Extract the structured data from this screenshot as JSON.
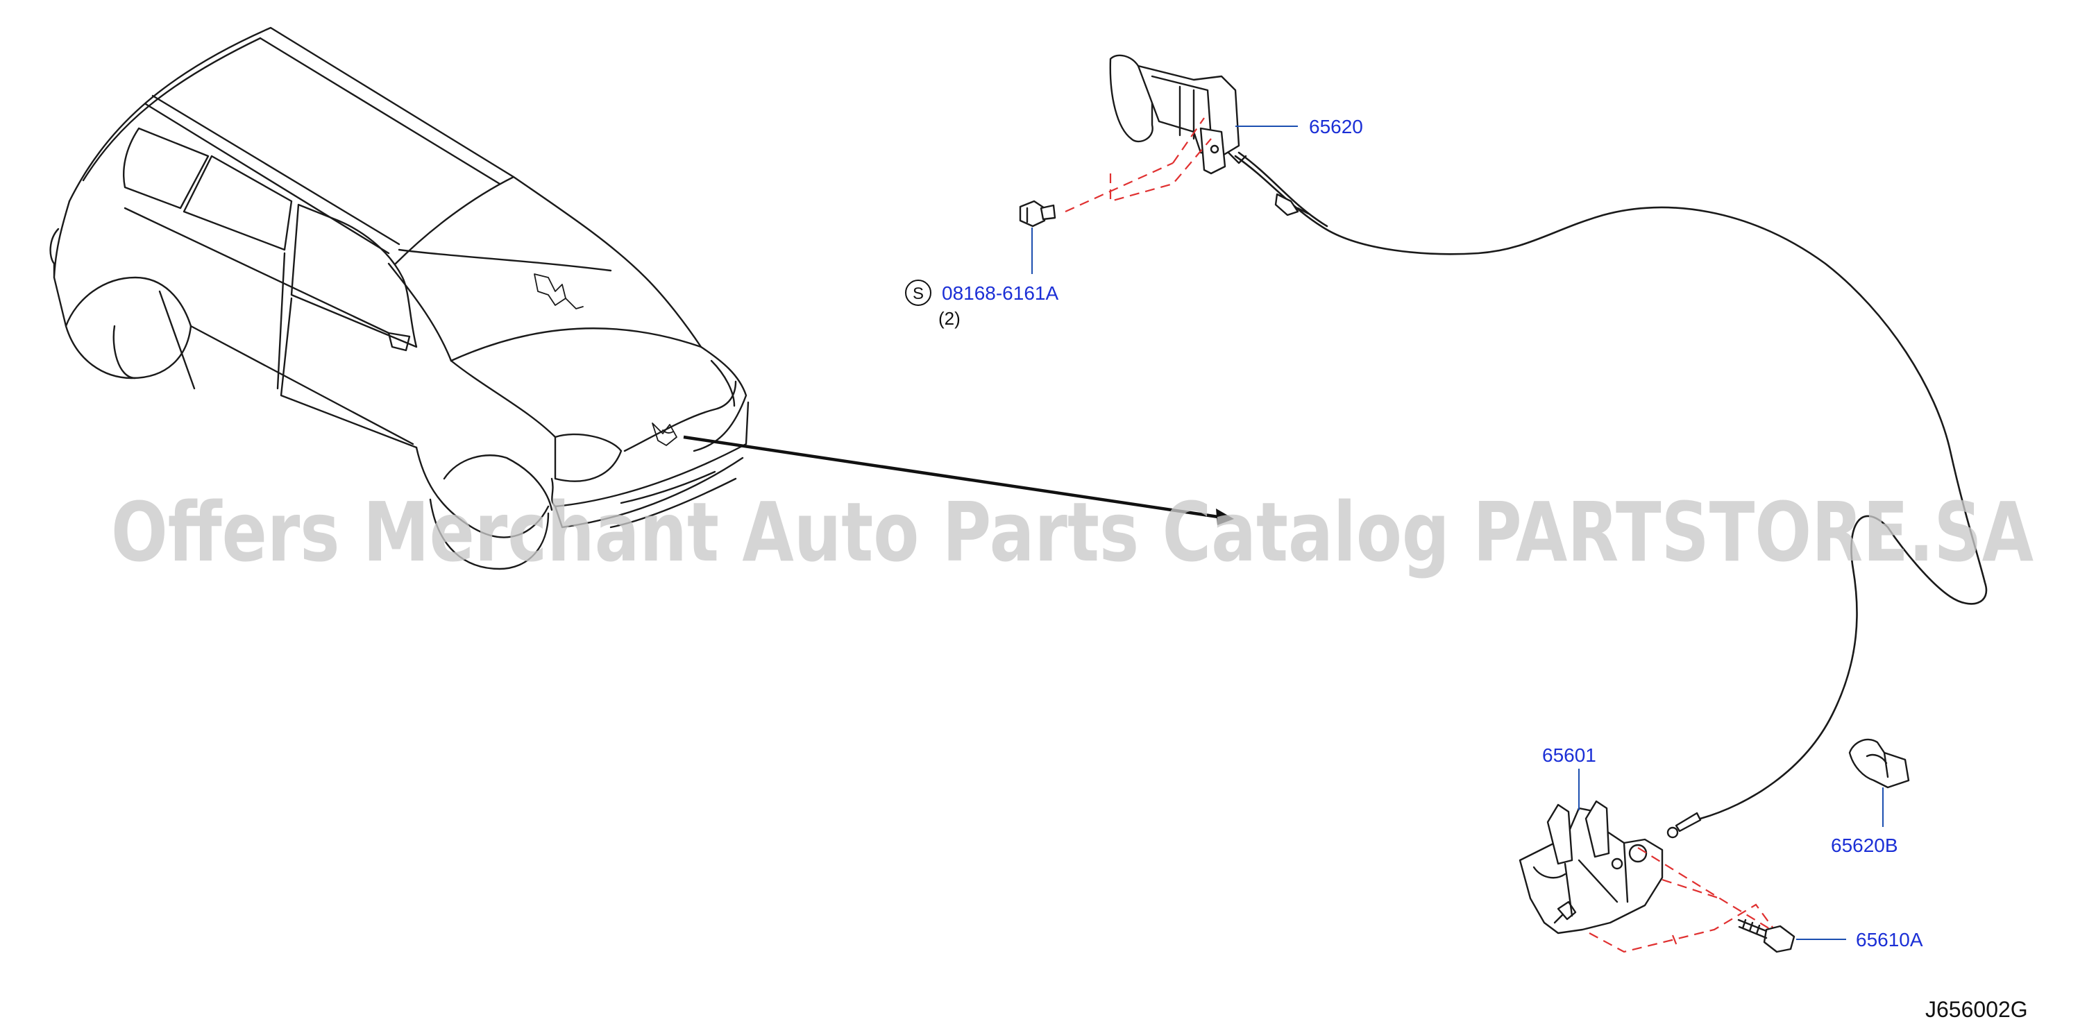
{
  "labels": {
    "p65620": "65620",
    "p08168": "08168-6161A",
    "p08168_qty": "(2)",
    "standard_mark": "S",
    "p65601": "65601",
    "p65620b": "65620B",
    "p65610a": "65610A"
  },
  "diagram_code": "J656002G",
  "watermark": "Offers Merchant Auto Parts Catalog PARTSTORE.SA",
  "colors": {
    "part_number": "#1b2fd6",
    "leader": "#1c4fb0",
    "dashed_guide": "#e03030",
    "line_art": "#1a1a1a",
    "watermark": "#c9c9c9"
  }
}
